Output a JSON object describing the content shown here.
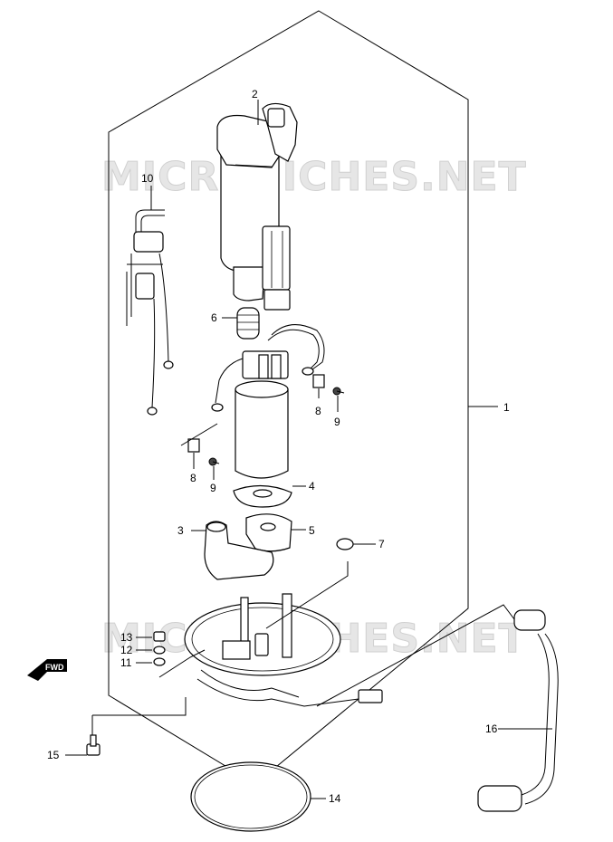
{
  "watermark": "MICROFICHES.NET",
  "direction_label": "FWD",
  "callouts": [
    {
      "id": "1",
      "label": "1"
    },
    {
      "id": "2",
      "label": "2"
    },
    {
      "id": "3",
      "label": "3"
    },
    {
      "id": "4",
      "label": "4"
    },
    {
      "id": "5",
      "label": "5"
    },
    {
      "id": "6",
      "label": "6"
    },
    {
      "id": "7",
      "label": "7"
    },
    {
      "id": "8a",
      "label": "8"
    },
    {
      "id": "8b",
      "label": "8"
    },
    {
      "id": "9a",
      "label": "9"
    },
    {
      "id": "9b",
      "label": "9"
    },
    {
      "id": "10",
      "label": "10"
    },
    {
      "id": "11",
      "label": "11"
    },
    {
      "id": "12",
      "label": "12"
    },
    {
      "id": "13",
      "label": "13"
    },
    {
      "id": "14",
      "label": "14"
    },
    {
      "id": "15",
      "label": "15"
    },
    {
      "id": "16",
      "label": "16"
    }
  ]
}
